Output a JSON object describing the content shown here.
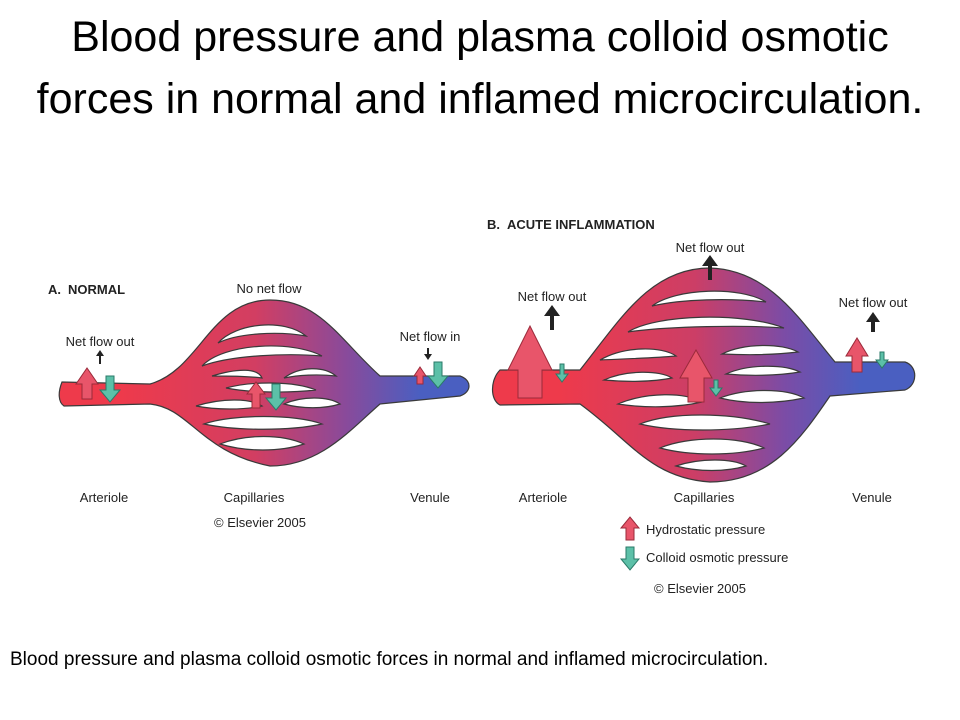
{
  "slide": {
    "title": "Blood pressure and plasma colloid osmotic forces in normal and inflamed microcirculation.",
    "caption": "Blood pressure and plasma colloid osmotic forces in normal and inflamed microcirculation."
  },
  "panel_a": {
    "letter": "A.",
    "heading": "NORMAL",
    "flow_center": "No net flow",
    "flow_left": "Net flow out",
    "flow_right": "Net flow in",
    "label_arteriole": "Arteriole",
    "label_capillaries": "Capillaries",
    "label_venule": "Venule",
    "copyright": "© Elsevier 2005"
  },
  "panel_b": {
    "letter": "B.",
    "heading": "ACUTE INFLAMMATION",
    "flow_center": "Net flow out",
    "flow_left": "Net flow out",
    "flow_right": "Net flow out",
    "label_arteriole": "Arteriole",
    "label_capillaries": "Capillaries",
    "label_venule": "Venule",
    "copyright": "© Elsevier 2005"
  },
  "legend": {
    "hydrostatic": "Hydrostatic pressure",
    "colloid": "Colloid osmotic pressure"
  },
  "colors": {
    "arterial_red": "#ee3a4b",
    "venous_blue": "#4a5fc1",
    "hydrostatic_arrow": "#e8556a",
    "colloid_arrow": "#5cc0a8",
    "outline": "#3a3a3a"
  }
}
